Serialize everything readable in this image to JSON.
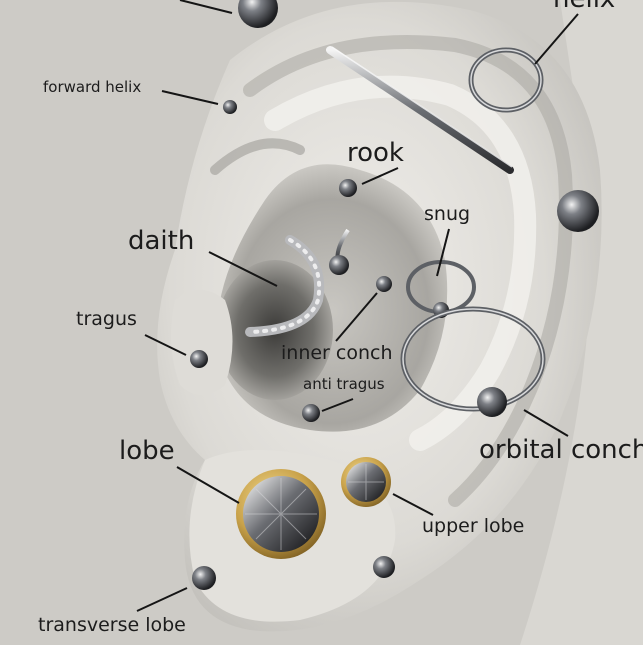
{
  "labels": {
    "helix": "helix",
    "forward_helix": "forward helix",
    "rook": "rook",
    "snug": "snug",
    "daith": "daith",
    "tragus": "tragus",
    "inner_conch": "inner conch",
    "anti_tragus": "anti tragus",
    "orbital_conch": "orbital conch",
    "lobe": "lobe",
    "upper_lobe": "upper lobe",
    "transverse_lobe": "transverse lobe"
  },
  "colors": {
    "background": "#cfcfcb",
    "skin": "#e6e4e0",
    "shadow": "#8f8e8a",
    "metal": "#6a6d72",
    "gold": "#c9a24a",
    "text": "#1c1c1c"
  }
}
